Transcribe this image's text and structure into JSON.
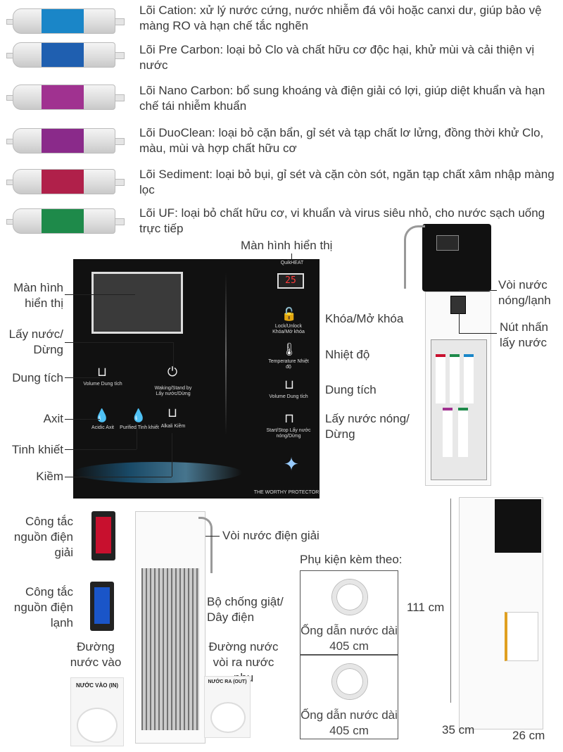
{
  "filters": [
    {
      "text": "Lõi Cation: xử lý nước cứng, nước nhiễm đá vôi hoặc canxi dư, giúp bảo vệ màng RO và hạn chế tắc nghẽn",
      "color": "#1a86c8"
    },
    {
      "text": "Lõi Pre Carbon: loại bỏ Clo và chất hữu cơ độc hại, khử mùi và cải thiện vị nước",
      "color": "#1f5fb0"
    },
    {
      "text": "Lõi Nano Carbon: bổ sung khoáng và điện giải có lợi, giúp diệt khuẩn và hạn chế tái nhiễm khuẩn",
      "color": "#a03290"
    },
    {
      "text": "Lõi DuoClean: loại bỏ cặn bẩn, gỉ sét và tạp chất lơ lửng, đồng thời khử Clo, màu, mùi và hợp chất hữu cơ",
      "color": "#8a2a8a"
    },
    {
      "text": "Lõi Sediment: loại bỏ bụi, gỉ sét và cặn còn sót, ngăn tạp chất xâm nhập màng lọc",
      "color": "#b0204a"
    },
    {
      "text": "Lõi UF: loại bỏ chất hữu cơ, vi khuẩn và virus siêu nhỏ, cho nước sạch uống trực tiếp",
      "color": "#1e8a4a"
    }
  ],
  "panel": {
    "top_label": "Màn hình hiển thị",
    "quikheat": "QuikHEAT",
    "display_digits": "25",
    "left_labels": {
      "screen": "Màn hình hiển thị",
      "dispense": "Lấy nước/ Dừng",
      "volume": "Dung tích",
      "acid": "Axit",
      "pure": "Tinh khiết",
      "alkali": "Kiềm"
    },
    "right_labels": {
      "lock": "Khóa/Mở khóa",
      "temp": "Nhiệt độ",
      "volume": "Dung tích",
      "hot": "Lấy nước nóng/ Dừng"
    },
    "buttons": {
      "lock": "Lock/Unlock Khóa/Mở khóa",
      "temp": "Temperature Nhiệt độ",
      "volume_right": "Volume Dung tích",
      "start": "Start/Stop Lấy nước nóng/Dừng",
      "volume_left": "Volume Dung tích",
      "waking": "Waking/Stand by Lấy nước/Dừng",
      "acidic": "Acidic Axit",
      "purified": "Purified Tinh khiết",
      "alkali": "Alkali Kiềm"
    },
    "brand": "THE WORTHY PROTECTOR"
  },
  "right_device": {
    "faucet_label": "Vòi nước nóng/lạnh",
    "button_label": "Nút nhấn lấy nước"
  },
  "back": {
    "electrolysis_switch": "Công tắc nguồn điện giải",
    "cold_switch": "Công tắc nguồn điện lạnh",
    "electrolysis_faucet": "Vòi nước điện giải",
    "anti_shock": "Bộ chống giật/ Dây điện",
    "water_in": "Đường nước vào",
    "water_out": "Đường nước vòi ra nước phụ",
    "in_cap": "NƯỚC VÀO (IN)",
    "out_cap": "NƯỚC RA (OUT)"
  },
  "accessories": {
    "title": "Phụ kiện kèm theo:",
    "items": [
      "Ống dẫn nước dài 405 cm",
      "Ống dẫn nước dài 405 cm"
    ]
  },
  "dimensions": {
    "height": "111 cm",
    "depth": "35 cm",
    "width": "26 cm"
  }
}
